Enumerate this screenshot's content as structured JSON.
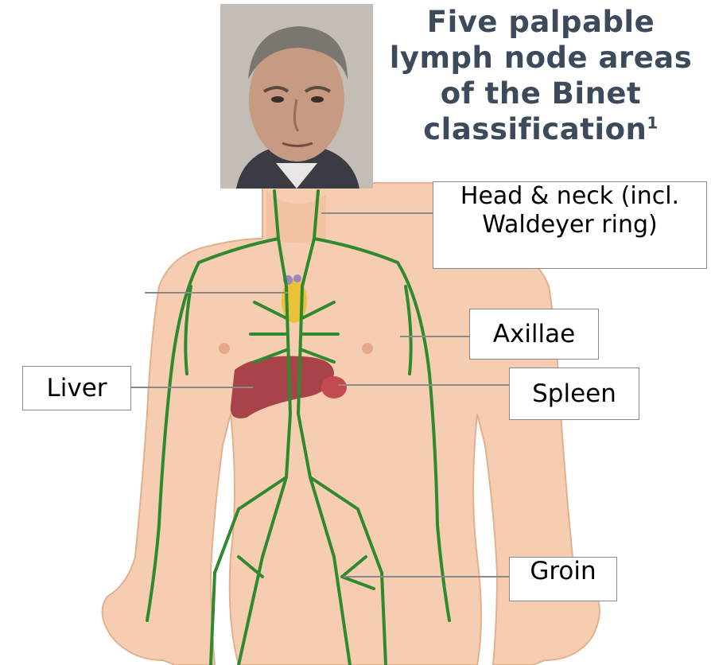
{
  "title": {
    "text": "Five palpable lymph node areas of the Binet classification",
    "superscript": "1"
  },
  "labels": {
    "head_neck": "Head & neck (incl. Waldeyer ring)",
    "axillae": "Axillae",
    "liver": "Liver",
    "spleen": "Spleen",
    "groin": "Groin"
  },
  "colors": {
    "title": "#3d4a5c",
    "skin": "#f6cdb0",
    "lymph": "#2f8a2f",
    "liver": "#a8434a",
    "spleen": "#c44a52",
    "thymus": "#e9c23a"
  },
  "icons": {
    "portrait": "portrait-photo",
    "body": "human-body-outline"
  }
}
